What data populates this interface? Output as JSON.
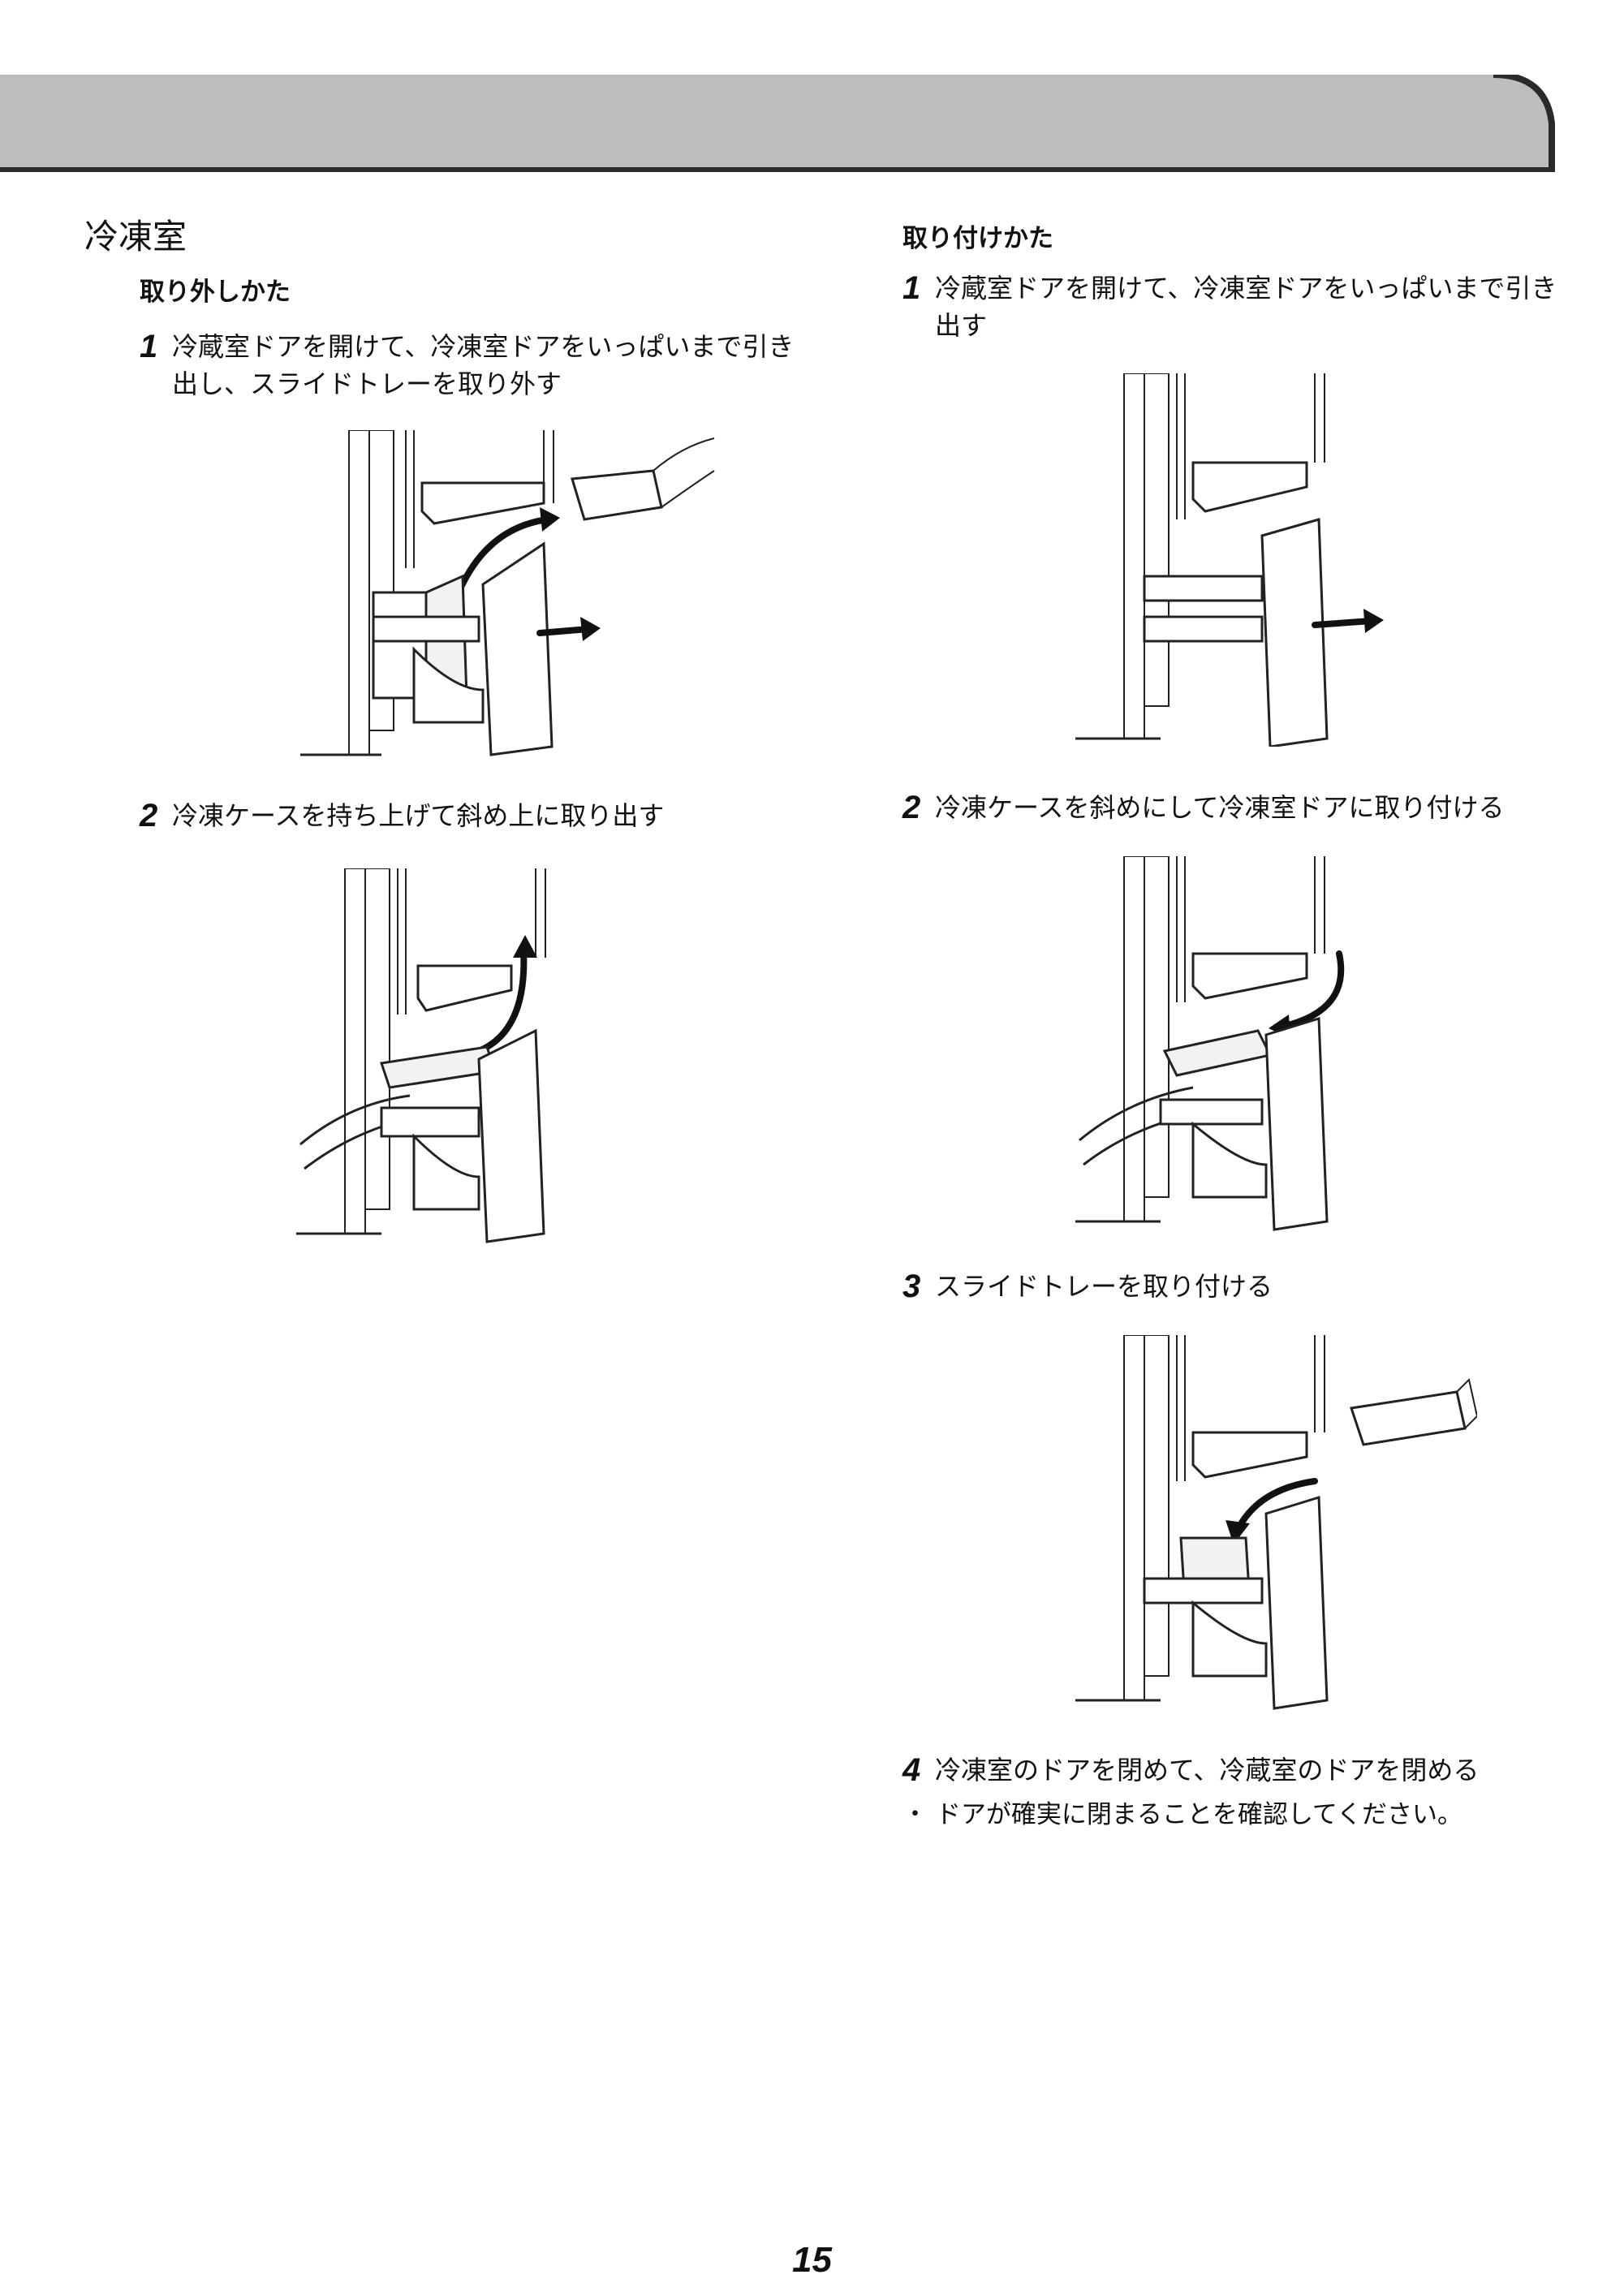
{
  "colors": {
    "header_band": "#bdbdbd",
    "header_border": "#2a2a2a",
    "text": "#111111"
  },
  "section_title": "冷凍室",
  "removal": {
    "heading": "取り外しかた",
    "steps": [
      {
        "num": "1",
        "text": "冷蔵室ドアを開けて、冷凍室ドアをいっぱいまで引き出し、スライドトレーを取り外す"
      },
      {
        "num": "2",
        "text": "冷凍ケースを持ち上げて斜め上に取り出す"
      }
    ]
  },
  "installation": {
    "heading": "取り付けかた",
    "steps": [
      {
        "num": "1",
        "text": "冷蔵室ドアを開けて、冷凍室ドアをいっぱいまで引き出す"
      },
      {
        "num": "2",
        "text": "冷凍ケースを斜めにして冷凍室ドアに取り付ける"
      },
      {
        "num": "3",
        "text": "スライドトレーを取り付ける"
      },
      {
        "num": "4",
        "text": "冷凍室のドアを閉めて、冷蔵室のドアを閉める"
      }
    ],
    "note": "・ ドアが確実に閉まることを確認してください。"
  },
  "page_number": "15"
}
